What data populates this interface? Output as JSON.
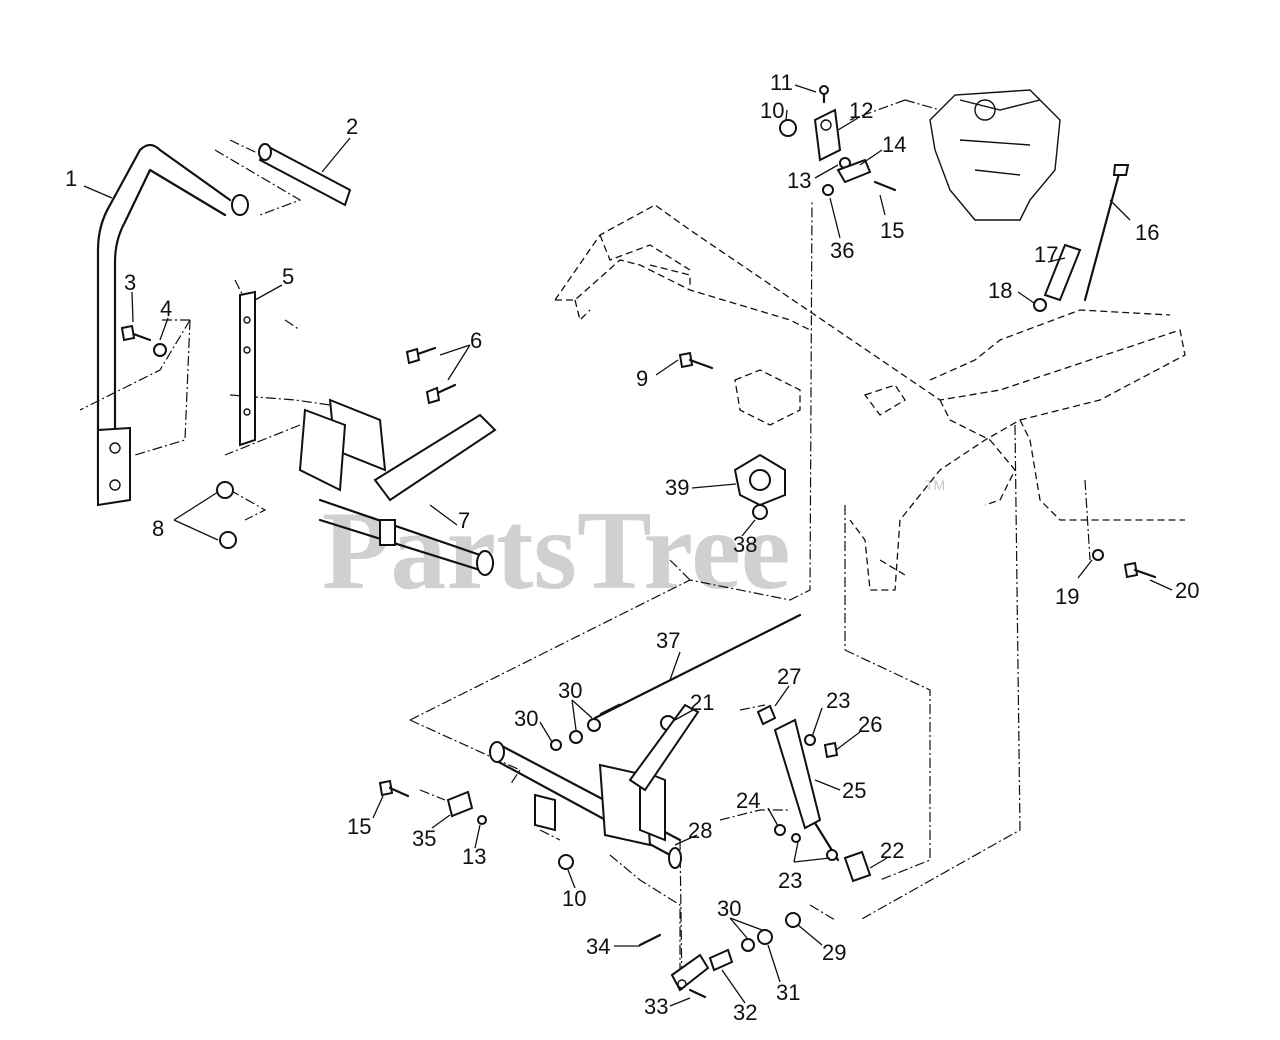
{
  "watermark": {
    "text": "PartsTree",
    "trademark": "TM"
  },
  "callouts": [
    "1",
    "2",
    "3",
    "4",
    "5",
    "6",
    "7",
    "8",
    "9",
    "10",
    "11",
    "12",
    "13",
    "14",
    "15",
    "36",
    "16",
    "17",
    "18",
    "19",
    "20",
    "39",
    "38",
    "37",
    "27",
    "23",
    "26",
    "21",
    "30",
    "30",
    "25",
    "24",
    "15",
    "35",
    "13",
    "28",
    "23",
    "22",
    "10",
    "30",
    "29",
    "34",
    "31",
    "33",
    "32"
  ]
}
